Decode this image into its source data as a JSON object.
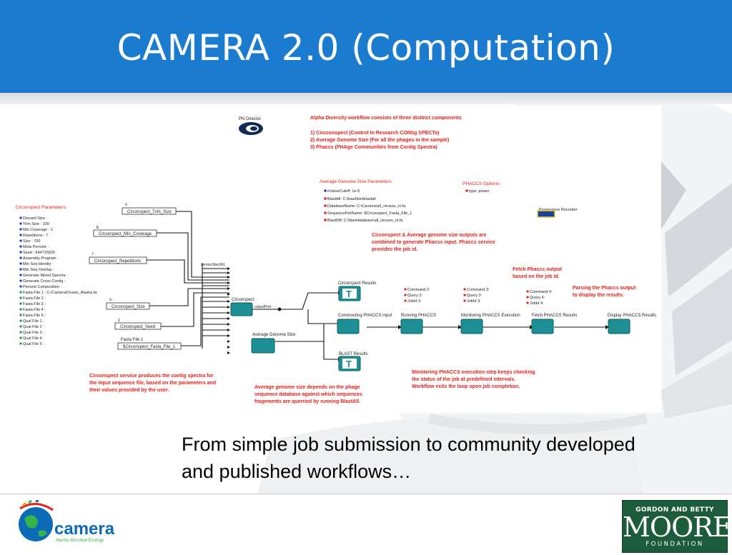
{
  "slide": {
    "title": "CAMERA 2.0 (Computation)",
    "caption_line1": "From simple job submission to community developed",
    "caption_line2": "and published workflows…"
  },
  "colors": {
    "header_blue": "#1b7ccf",
    "red_text": "#e8201c",
    "node_teal": "#1e8f94",
    "moore_green": "#1c5c3a",
    "camera_blue": "#0b6bb5"
  },
  "diagram": {
    "pn_director": "PN Director",
    "provenance_recorder": "Provenance Recorder",
    "notes": {
      "alpha_1": "Alpha Diversity workflow consists of three distinct components",
      "alpha_2": "1) Circconspect (Control In Research CONtig SPECTa)",
      "alpha_3": "2) Average Genome Size (For all the phages in the sample)",
      "alpha_4": "3) Phaccs (PHAge Communities from Contig Spectra)",
      "combine_1": "Circonspect & Average genome size outputs are",
      "combine_2": "combined to generate Phacss input. Phaccs service",
      "combine_3": "provides the job id.",
      "fetch_1": "Fetch Phaccs output",
      "fetch_2": "based on the job id.",
      "parse_1": "Parsing the Phaccs output",
      "parse_2": "to display the results.",
      "circ_1": "Circonspect service produces the contig spectra for",
      "circ_2": "the input sequence file, based on the parameters and",
      "circ_3": "their values provided by the user.",
      "avg_1": "Average genome size depends on the phage",
      "avg_2": "sequence database against which sequences",
      "avg_3": "fragements are querried by running BlastAll.",
      "mon_1": "Monitoring PHACCS execution step keeps checking",
      "mon_2": "the status of the job at predefined intervals.",
      "mon_3": "Workflow exits the loop upon job completion."
    },
    "circonspect_params_title": "Circonspect Parameters:",
    "circonspect_params": [
      "Discard Size :",
      "Trim Size : 100",
      "Min Coverage : 1",
      "Repetitions : 7",
      "Size : 700",
      "Meta Percent :",
      "Seed : 644715020",
      "Assembly Program :",
      "Min Seq Identity :",
      "Min Seq Overlay :",
      "Generate Mixed Spectra :",
      "Generate Cross Contig :",
      "Percent Composition :",
      "Fasta File 1 : C:/Camera/Ocean_Alaska.fa",
      "Fasta File 2 :",
      "Fasta File 3 :",
      "Fasta File 4 :",
      "Fasta File 5 :",
      "Qual File 1 :",
      "Qual File 2 :",
      "Qual File 3 :",
      "Qual File 4 :",
      "Qual File 5 :"
    ],
    "avg_params_title": "Average Genome Size Parameters:",
    "avg_params": [
      "eValueCutoff: 1e-5",
      "BlastAll: C:\\blast\\bin\\blastall",
      "DatabaseName: C:\\Camera\\all_viruses_nt.fa",
      "SequenceFileName: $Circonspect_Fasta_File_1",
      "BlastDB: C:\\blastdatabase\\all_viruses_nt.fa"
    ],
    "phaccs_title": "PHACCS Options:",
    "phaccs_options": [
      "type: power"
    ],
    "inputs": [
      {
        "key": "v",
        "label": "Circonspect_Trim_Size"
      },
      {
        "key": "k",
        "label": "Circonspect_Min_Coverage"
      },
      {
        "key": "r",
        "label": "Circonspect_Repetitions"
      },
      {
        "key": "s",
        "label": "Circonspect_Size"
      },
      {
        "key": "z",
        "label": "Circonspect_Seed"
      },
      {
        "key": "Fasta File 1",
        "label": "$Circonspect_Fasta_File_1"
      }
    ],
    "service_port": "serviceSiteURL",
    "nodes": {
      "circonspect": "Circonspect",
      "output_port": "outputPort",
      "average_genome_size": "Average Genome Size",
      "circonspect_results": "Circonspect Results",
      "constructing": "Constructing PHACCS Input",
      "running": "Running PHACCS",
      "monitoring": "Monitoring PHACCS Execution",
      "fetch": "Fetch PHACCS Results",
      "display": "Display PHACCS Results",
      "blast_results": "BLAST Results"
    },
    "commands": {
      "c2": [
        "Command 2:",
        "Query 2:",
        "JobId 2:"
      ],
      "c3": [
        "Command 3:",
        "Query 3:",
        "JobId 3:"
      ],
      "c4": [
        "Command 4:",
        "Query 4:",
        "JobId 4:"
      ]
    },
    "display_glyph": "T"
  },
  "footer": {
    "camera_name": "camera",
    "camera_tagline": "Marine Microbial Ecology",
    "moore_top": "GORDON AND BETTY",
    "moore_mid": "MOORE",
    "moore_bot": "FOUNDATION"
  }
}
